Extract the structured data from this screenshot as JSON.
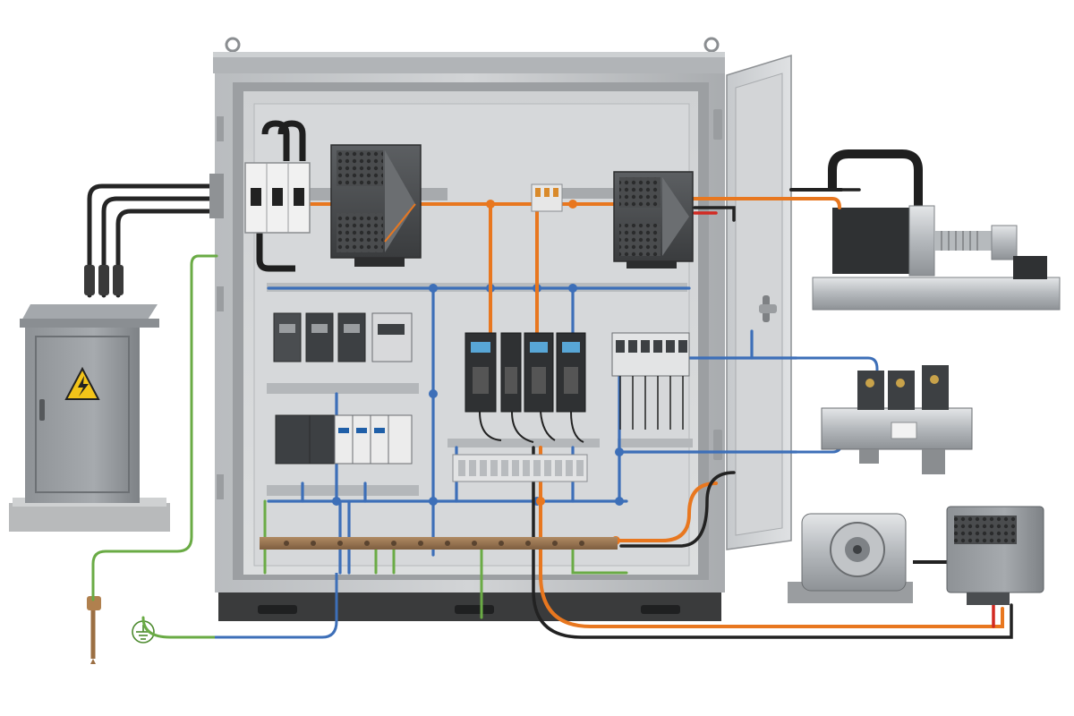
{
  "diagram": {
    "title": "",
    "components": [
      {
        "id": "utility_box",
        "name": "power-supply-enclosure",
        "icon": "high-voltage-warning-icon"
      },
      {
        "id": "ground_rod",
        "name": "grounding-electrode",
        "icon": "earth-ground-icon"
      },
      {
        "id": "cabinet",
        "name": "electrical-control-cabinet"
      },
      {
        "id": "cabinet_door",
        "name": "cabinet-door-open"
      },
      {
        "id": "main_breaker",
        "name": "main-circuit-breaker-3-pole"
      },
      {
        "id": "power_supply_left",
        "name": "switching-power-supply-left"
      },
      {
        "id": "power_supply_right",
        "name": "switching-power-supply-right"
      },
      {
        "id": "din_rail_contactors",
        "name": "contactor-row"
      },
      {
        "id": "din_rail_breakers",
        "name": "miniature-breaker-row"
      },
      {
        "id": "servo_drives",
        "name": "servo-drive-group",
        "count": 4
      },
      {
        "id": "relay_block",
        "name": "relay-terminal-block"
      },
      {
        "id": "terminal_block",
        "name": "terminal-block-row"
      },
      {
        "id": "ground_bus",
        "name": "ground-busbar"
      },
      {
        "id": "servo_motor",
        "name": "servo-motor-linear-axis"
      },
      {
        "id": "valve_manifold",
        "name": "hydraulic-valve-manifold"
      },
      {
        "id": "gear_motor",
        "name": "gear-motor-with-drive-box"
      }
    ],
    "wire_colors": {
      "power": "#e8771f",
      "signal": "#3d6fb8",
      "ground": "#6aab45",
      "black": "#222222",
      "red": "#d22a22"
    }
  }
}
